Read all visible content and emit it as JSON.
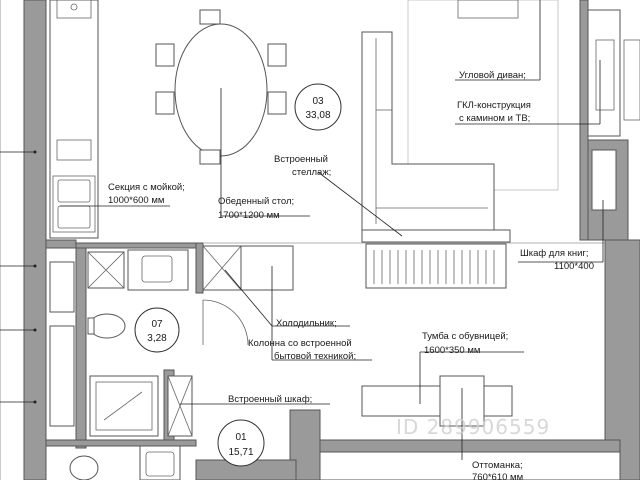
{
  "labels": {
    "corner_sofa": "Угловой диван;",
    "gkl_line1": "ГКЛ-конструкция",
    "gkl_line2": "с камином и ТВ;",
    "shelving_line1": "Встроенный",
    "shelving_line2": "стеллаж;",
    "sink_line1": "Секция с мойкой;",
    "sink_line2": "1000*600 мм",
    "table_line1": "Обеденный стол;",
    "table_line2": "1700*1200 мм",
    "bookcase_line1": "Шкаф для книг;",
    "bookcase_line2": "1100*400",
    "fridge": "Холодильник;",
    "column_line1": "Колонна со встроенной",
    "column_line2": "бытовой техникой;",
    "shoe_line1": "Тумба с обувницей;",
    "shoe_line2": "1600*350 мм",
    "wardrobe": "Встроенный шкаф;",
    "ottoman_line1": "Оттоманка;",
    "ottoman_line2": "760*610 мм"
  },
  "rooms": [
    {
      "number": "03",
      "area": "33,08"
    },
    {
      "number": "07",
      "area": "3,28"
    },
    {
      "number": "01",
      "area": "15,71"
    }
  ],
  "watermark": "ID 289906559"
}
